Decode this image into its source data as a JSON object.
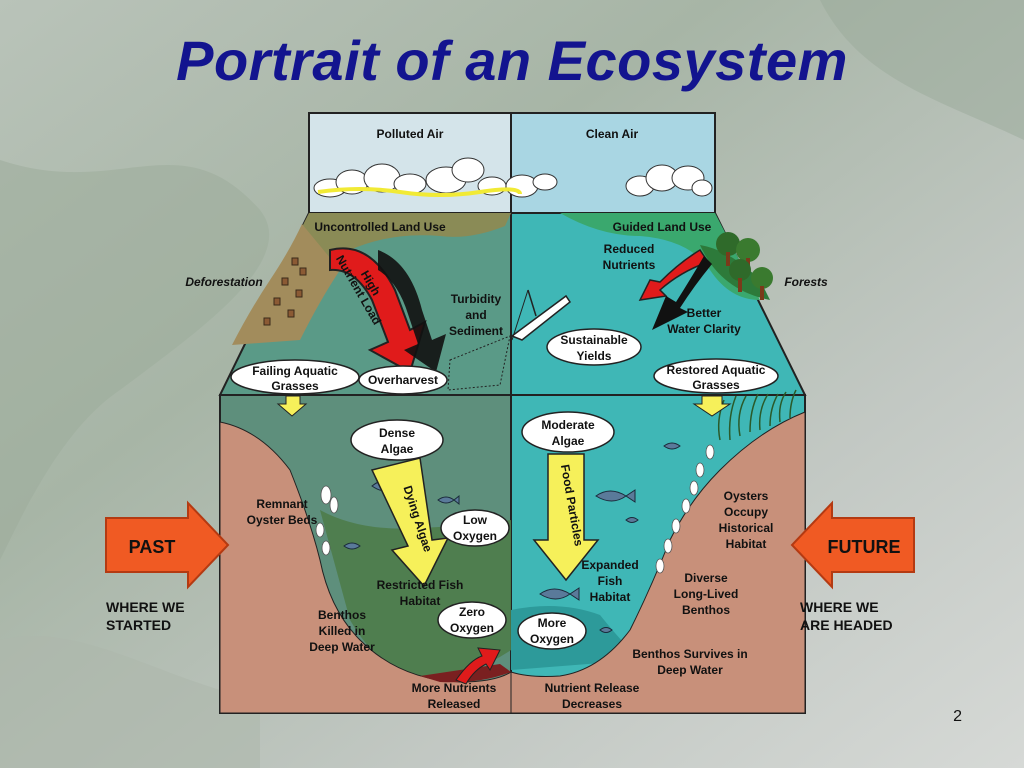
{
  "slide": {
    "title": "Portrait of an Ecosystem",
    "page_number": "2"
  },
  "diagram": {
    "sky_left": "Polluted Air",
    "sky_right": "Clean Air",
    "land_left": "Uncontrolled Land Use",
    "land_right": "Guided Land Use",
    "deforestation": "Deforestation",
    "forests": "Forests",
    "high_nutrient_load": [
      "High",
      "Nutrient Load"
    ],
    "turbidity": [
      "Turbidity",
      "and",
      "Sediment"
    ],
    "reduced_nutrients": [
      "Reduced",
      "Nutrients"
    ],
    "better_water_clarity": [
      "Better",
      "Water Clarity"
    ],
    "sustainable_yields": [
      "Sustainable",
      "Yields"
    ],
    "failing_grasses": [
      "Failing Aquatic",
      "Grasses"
    ],
    "overharvest": "Overharvest",
    "restored_grasses": [
      "Restored Aquatic",
      "Grasses"
    ],
    "dense_algae": [
      "Dense",
      "Algae"
    ],
    "dying_algae": "Dying Algae",
    "low_oxygen": [
      "Low",
      "Oxygen"
    ],
    "moderate_algae": [
      "Moderate",
      "Algae"
    ],
    "food_particles": "Food Particles",
    "remnant_oyster": [
      "Remnant",
      "Oyster Beds"
    ],
    "restricted_fish": [
      "Restricted Fish",
      "Habitat"
    ],
    "zero_oxygen": [
      "Zero",
      "Oxygen"
    ],
    "benthos_killed": [
      "Benthos",
      "Killed in",
      "Deep Water"
    ],
    "more_nutrients": [
      "More Nutrients",
      "Released"
    ],
    "oysters_occupy": [
      "Oysters",
      "Occupy",
      "Historical",
      "Habitat"
    ],
    "expanded_fish": [
      "Expanded",
      "Fish",
      "Habitat"
    ],
    "diverse_benthos": [
      "Diverse",
      "Long-Lived",
      "Benthos"
    ],
    "more_oxygen": [
      "More",
      "Oxygen"
    ],
    "benthos_survives": [
      "Benthos Survives in",
      "Deep Water"
    ],
    "nutrient_release": [
      "Nutrient Release",
      "Decreases"
    ]
  },
  "past": {
    "label": "PAST",
    "caption": [
      "WHERE WE",
      "STARTED"
    ],
    "color": "#f05a23"
  },
  "future": {
    "label": "FUTURE",
    "caption": [
      "WHERE WE",
      "ARE HEADED"
    ],
    "color": "#f05a23"
  },
  "colors": {
    "title": "#13148f",
    "left_water": "#5e8f7c",
    "right_water": "#3fb7b6",
    "bank": "#c8907a",
    "sky_left": "#d4e4ea",
    "sky_right": "#a9d6e3",
    "arrow_red": "#e01b1b",
    "arrow_yellow": "#f6f05a"
  }
}
